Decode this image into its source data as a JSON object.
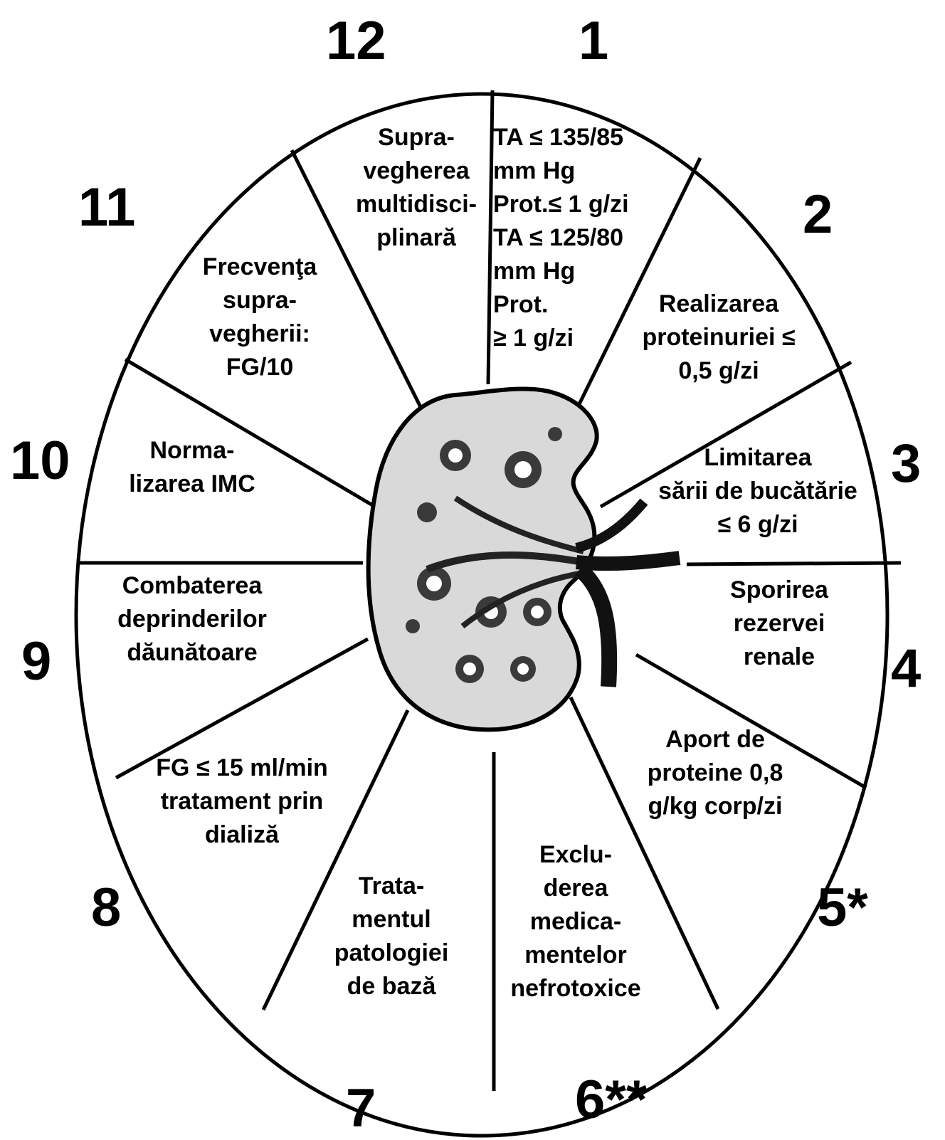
{
  "center_image": {
    "icon": "kidney-illustration"
  },
  "segments": [
    {
      "number": "1",
      "text": "TA ≤ 135/85\nmm Hg\nProt.≤ 1 g/zi\nTA ≤ 125/80\nmm Hg\nProt.\n≥ 1 g/zi"
    },
    {
      "number": "2",
      "text": "Realizarea\nproteinuriei ≤\n0,5 g/zi"
    },
    {
      "number": "3",
      "text": "Limitarea\nsării de bucătărie\n≤ 6 g/zi"
    },
    {
      "number": "4",
      "text": "Sporirea\nrezervei\nrenale"
    },
    {
      "number": "5*",
      "text": "Aport de\nproteine 0,8\ng/kg corp/zi"
    },
    {
      "number": "6**",
      "text": "Exclu-\nderea\nmedica-\nmentelor\nnefrotoxice"
    },
    {
      "number": "7",
      "text": "Trata-\nmentul\npatologiei\nde bază"
    },
    {
      "number": "8",
      "text": "FG ≤ 15 ml/min\ntratament prin\ndializă"
    },
    {
      "number": "9",
      "text": "Combaterea\ndeprinderilor\ndăunătoare"
    },
    {
      "number": "10",
      "text": "Norma-\nlizarea IMC"
    },
    {
      "number": "11",
      "text": "Frecvenţa\nsupra-\nvegherii:\nFG/10"
    },
    {
      "number": "12",
      "text": "Supra-\nvegherea\nmultidisci-\nplinară"
    }
  ]
}
